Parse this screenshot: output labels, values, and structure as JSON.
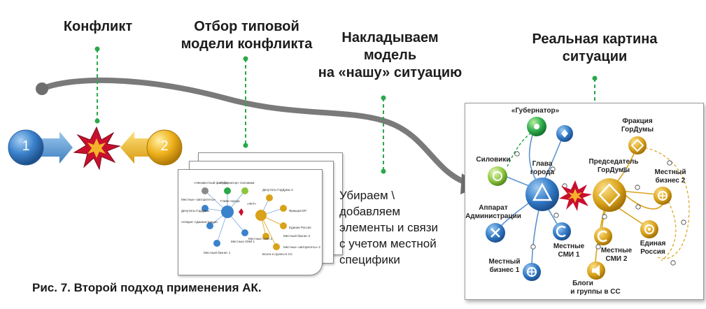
{
  "labels": {
    "conflict": "Конфликт",
    "select_model_l1": "Отбор типовой",
    "select_model_l2": "модели конфликта",
    "apply_l1": "Накладываем",
    "apply_l2": "модель",
    "apply_l3": "на «нашу» ситуацию",
    "real_l1": "Реальная картина",
    "real_l2": "ситуации"
  },
  "note": {
    "l1": "Убираем \\",
    "l2": "добавляем",
    "l3": "элементы и связи",
    "l4": "с учетом местной",
    "l5": "специфики"
  },
  "parties": {
    "left": "1",
    "right": "2"
  },
  "caption": "Рис. 7. Второй подход применения АК.",
  "small_model": {
    "unknown": "«Неизвестный фактор»",
    "governor": "«Губернатор»",
    "siloviki": "Силовики",
    "deputies": "Депутаты ГорДумы 2",
    "local_bigwig": "Местные «авторитеты»",
    "head": "Глава города",
    "fsb": "«ФУГ»",
    "local_dep": "Депутаты ГорДумы",
    "apparatus": "Аппарат Администрации",
    "fraction": "Фракция ЕР",
    "united_russia": "Единая Россия",
    "media1": "Местные СМИ 1",
    "media2": "Местные СМИ 2",
    "business1": "Местный бизнес 1",
    "business2": "Местный бизнес 2",
    "blogs": "Блоги и группы в СС",
    "authorities2": "Местные «авторитеты» 2"
  },
  "real_model": {
    "governor": "«Губернатор»",
    "fraction_l1": "Фракция",
    "fraction_l2": "ГорДумы",
    "siloviki": "Силовики",
    "head_l1": "Глава",
    "head_l2": "города",
    "chairman_l1": "Председатель",
    "chairman_l2": "ГорДумы",
    "business2_l1": "Местный",
    "business2_l2": "бизнес 2",
    "apparatus_l1": "Аппарат",
    "apparatus_l2": "Администрации",
    "media1_l1": "Местные",
    "media1_l2": "СМИ 1",
    "media2_l1": "Местные",
    "media2_l2": "СМИ 2",
    "united_l1": "Единая",
    "united_l2": "Россия",
    "business1_l1": "Местный",
    "business1_l2": "бизнес 1",
    "blogs_l1": "Блоги",
    "blogs_l2": "и группы в СС"
  },
  "colors": {
    "blue": "#2f77c4",
    "gold": "#d9a21a",
    "green": "#2aa84a",
    "gray_arrow": "#7a7a7a",
    "burst": "#c8102e"
  }
}
